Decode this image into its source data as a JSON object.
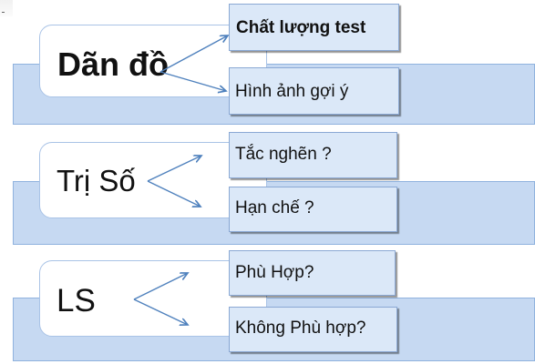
{
  "groups": [
    {
      "label": "Dãn đồ",
      "items": [
        "Chất lượng test",
        "Hình ảnh gợi ý"
      ]
    },
    {
      "label": "Trị Số",
      "items": [
        "Tắc nghẽn ?",
        "Hạn chế ?"
      ]
    },
    {
      "label": "LS",
      "items": [
        "Phù Hợp?",
        "Không Phù hợp?"
      ]
    }
  ],
  "colors": {
    "band_fill": "#c6d9f2",
    "band_border": "#8fb2de",
    "card_border": "#a9c3e6",
    "item_fill": "#dbe8f8",
    "item_border": "#8aa8d4",
    "connector": "#4f81bd",
    "text": "#111111"
  },
  "icons": {
    "connector_arrow": "arrowhead-icon"
  }
}
